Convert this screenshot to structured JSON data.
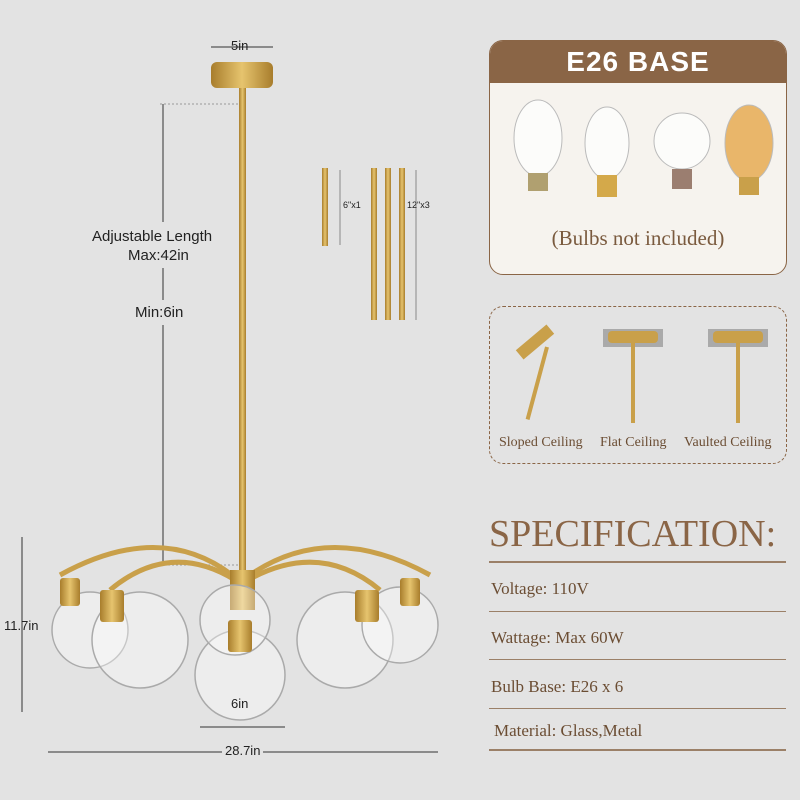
{
  "dimensions": {
    "canopy_width": "5in",
    "adjustable_length_title": "Adjustable Length",
    "max_length": "Max:42in",
    "min_length": "Min:6in",
    "rod_short": "6\"x1",
    "rod_long": "12\"x3",
    "height": "11.7in",
    "shade_width": "6in",
    "overall_width": "28.7in"
  },
  "bulb_panel": {
    "title": "E26 BASE",
    "note": "(Bulbs not included)"
  },
  "mount_panel": {
    "labels": [
      "Sloped Ceiling",
      "Flat Ceiling",
      "Vaulted Ceiling"
    ]
  },
  "specification": {
    "title": "SPECIFICATION:",
    "items": [
      "Voltage: 110V",
      "Wattage: Max 60W",
      "Bulb Base: E26 x 6",
      "Material: Glass,Metal"
    ]
  },
  "colors": {
    "brand": "#8a6546",
    "gold": "#c9a04a",
    "background": "#e3e3e3"
  }
}
